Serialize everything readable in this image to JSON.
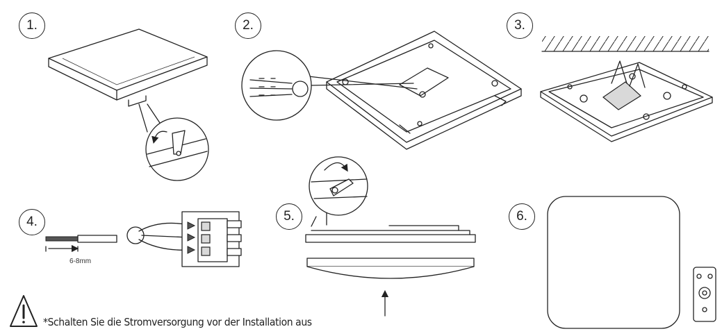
{
  "steps": [
    {
      "label": "1."
    },
    {
      "label": "2."
    },
    {
      "label": "3."
    },
    {
      "label": "4."
    },
    {
      "label": "5."
    },
    {
      "label": "6."
    }
  ],
  "dimension_label": "6-8mm",
  "warning": {
    "text": "*Schalten Sie die Stromversorgung vor der Installation aus",
    "icon": "warning-triangle-icon"
  }
}
